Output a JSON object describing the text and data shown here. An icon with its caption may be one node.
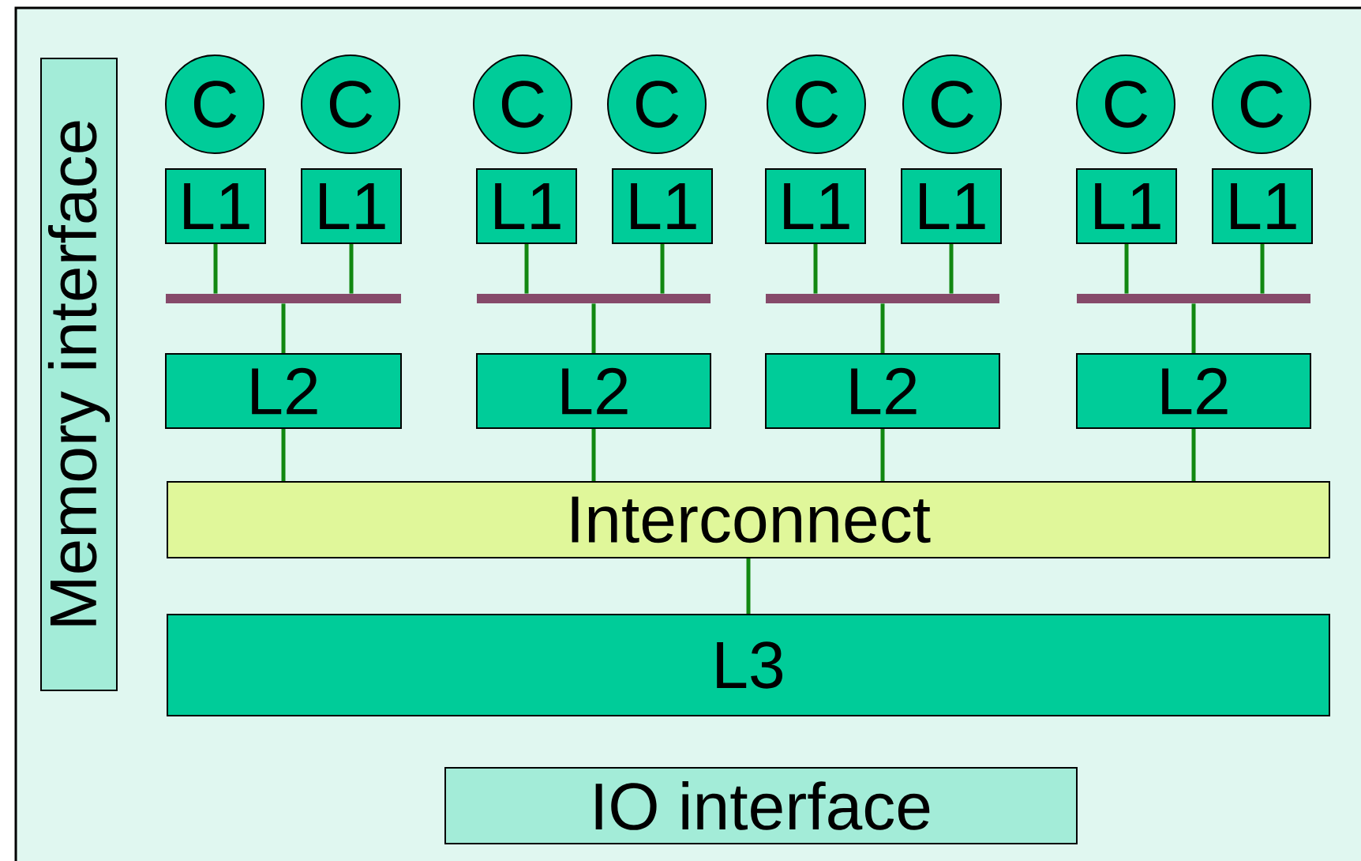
{
  "diagram": {
    "nodes": [
      {
        "text": [
          "Memory interface"
        ]
      },
      {
        "text": [
          "C"
        ]
      },
      {
        "text": [
          "C"
        ]
      },
      {
        "text": [
          "C"
        ]
      },
      {
        "text": [
          "C"
        ]
      },
      {
        "text": [
          "C"
        ]
      },
      {
        "text": [
          "C"
        ]
      },
      {
        "text": [
          "C"
        ]
      },
      {
        "text": [
          "C"
        ]
      },
      {
        "text": [
          "L1"
        ]
      },
      {
        "text": [
          "L1"
        ]
      },
      {
        "text": [
          "L1"
        ]
      },
      {
        "text": [
          "L1"
        ]
      },
      {
        "text": [
          "L1"
        ]
      },
      {
        "text": [
          "L1"
        ]
      },
      {
        "text": [
          "L1"
        ]
      },
      {
        "text": [
          "L1"
        ]
      },
      {
        "text": [],
        "shape": "bar"
      },
      {
        "text": [],
        "shape": "bar"
      },
      {
        "text": [],
        "shape": "bar"
      },
      {
        "text": [],
        "shape": "bar"
      },
      {
        "text": [
          "L2"
        ]
      },
      {
        "text": [
          "L2"
        ]
      },
      {
        "text": [
          "L2"
        ]
      },
      {
        "text": [
          "L2"
        ]
      },
      {
        "text": [
          "Interconnect"
        ]
      },
      {
        "text": [
          "L3"
        ]
      },
      {
        "text": [
          "IO interface"
        ]
      }
    ],
    "edges": [
      {
        "from": 9,
        "to": 17,
        "arrow": "none"
      },
      {
        "from": 10,
        "to": 17,
        "arrow": "none"
      },
      {
        "from": 11,
        "to": 18,
        "arrow": "none"
      },
      {
        "from": 12,
        "to": 18,
        "arrow": "none"
      },
      {
        "from": 13,
        "to": 19,
        "arrow": "none"
      },
      {
        "from": 14,
        "to": 19,
        "arrow": "none"
      },
      {
        "from": 15,
        "to": 20,
        "arrow": "none"
      },
      {
        "from": 16,
        "to": 20,
        "arrow": "none"
      },
      {
        "from": 17,
        "to": 21,
        "arrow": "none"
      },
      {
        "from": 18,
        "to": 22,
        "arrow": "none"
      },
      {
        "from": 19,
        "to": 23,
        "arrow": "none"
      },
      {
        "from": 20,
        "to": 24,
        "arrow": "none"
      },
      {
        "from": 21,
        "to": 25,
        "arrow": "none"
      },
      {
        "from": 22,
        "to": 25,
        "arrow": "none"
      },
      {
        "from": 23,
        "to": 25,
        "arrow": "none"
      },
      {
        "from": 24,
        "to": 25,
        "arrow": "none"
      },
      {
        "from": 25,
        "to": 26,
        "arrow": "none"
      }
    ]
  }
}
